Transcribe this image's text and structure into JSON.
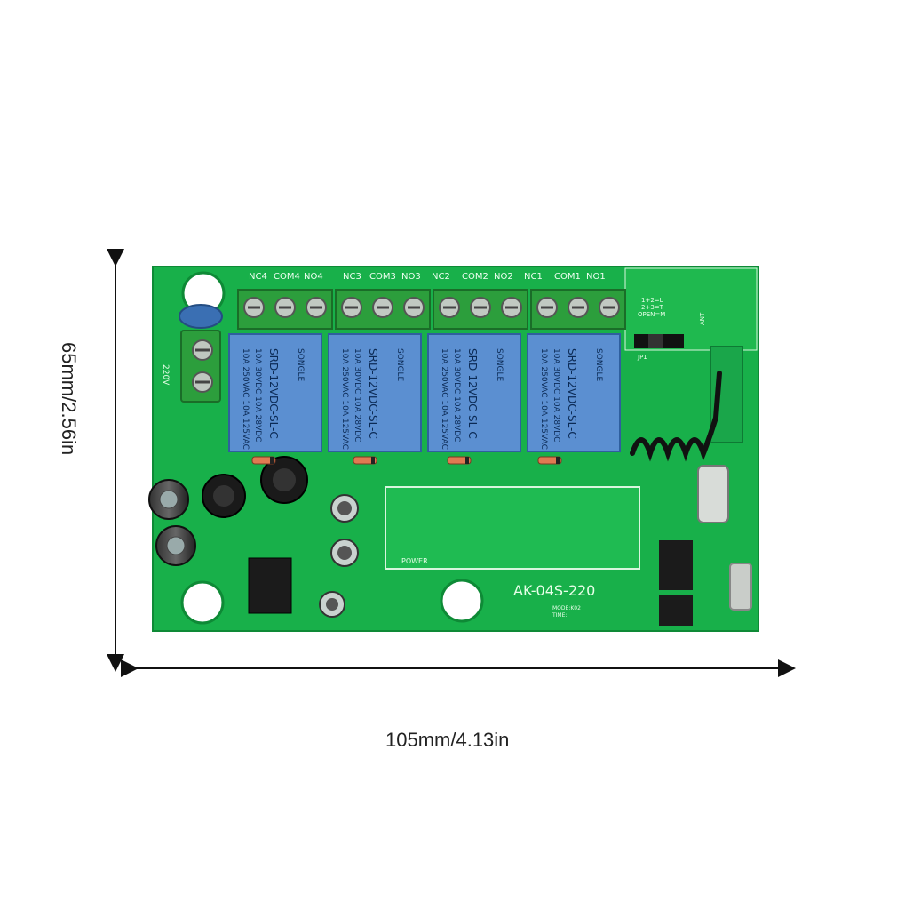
{
  "dimensions": {
    "width": "105mm/4.13in",
    "height": "65mm/2.56in"
  },
  "board": {
    "model": "AK-04S-220",
    "terminal_labels": [
      "NC4",
      "COM4",
      "NO4",
      "NC3",
      "COM3",
      "NO3",
      "NC2",
      "COM2",
      "NO2",
      "NC1",
      "COM1",
      "NO1"
    ],
    "relay": {
      "brand": "SONGLE",
      "part": "SRD-12VDC-SL-C",
      "rating_1": "10A 250VAC 10A 125VAC",
      "rating_2": "10A 30VDC 10A 28VDC"
    },
    "power_label": "POWER",
    "jumper_legend": [
      "1+2=L",
      "2+3=T",
      "OPEN=M"
    ],
    "jumper_name": "JP1",
    "ant_label": "ANT",
    "mode_label": "MODE:K02",
    "time_label": "TIME:",
    "input_label": "220V",
    "colors": {
      "pcb": "#17b04a",
      "relay": "#5b8fd1",
      "terminal": "#2c9e3c"
    }
  }
}
